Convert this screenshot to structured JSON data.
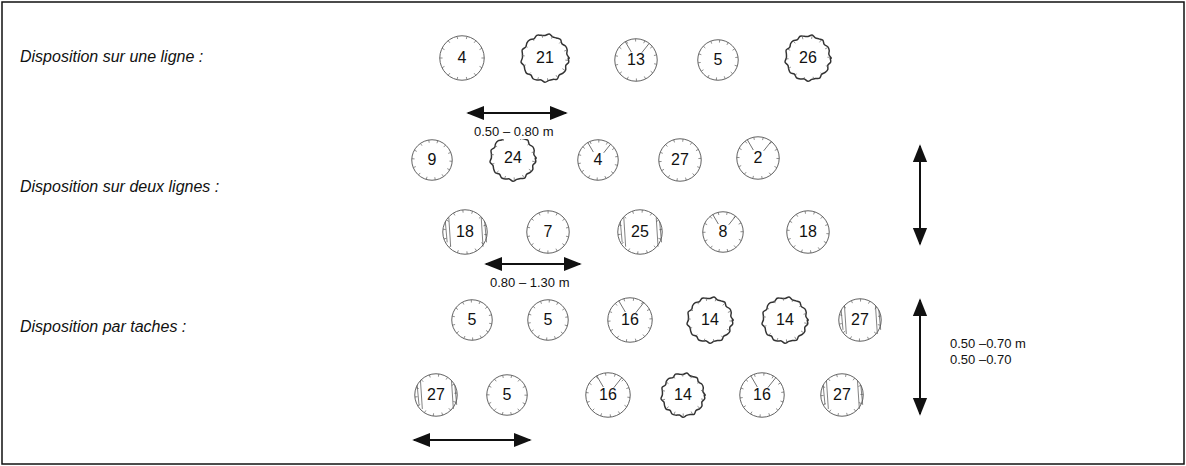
{
  "diagram": {
    "nodes": [
      {
        "text": [
          "4"
        ]
      },
      {
        "text": [
          "21"
        ]
      },
      {
        "text": [
          "13"
        ]
      },
      {
        "text": [
          "5"
        ]
      },
      {
        "text": [
          "26"
        ]
      },
      {
        "text": [
          "9"
        ]
      },
      {
        "text": [
          "24"
        ]
      },
      {
        "text": [
          "4"
        ]
      },
      {
        "text": [
          "27"
        ]
      },
      {
        "text": [
          "2"
        ]
      },
      {
        "text": [
          "18"
        ]
      },
      {
        "text": [
          "7"
        ]
      },
      {
        "text": [
          "25"
        ]
      },
      {
        "text": [
          "8"
        ]
      },
      {
        "text": [
          "18"
        ]
      },
      {
        "text": [
          "5"
        ]
      },
      {
        "text": [
          "5"
        ]
      },
      {
        "text": [
          "16"
        ]
      },
      {
        "text": [
          "14"
        ]
      },
      {
        "text": [
          "14"
        ]
      },
      {
        "text": [
          "27"
        ]
      },
      {
        "text": [
          "27"
        ]
      },
      {
        "text": [
          "5"
        ]
      },
      {
        "text": [
          "16"
        ]
      },
      {
        "text": [
          "14"
        ]
      },
      {
        "text": [
          "16"
        ]
      },
      {
        "text": [
          "27"
        ]
      }
    ],
    "labels": [
      "Disposition sur une ligne :",
      "0.50 – 0.80 m",
      "Disposition sur deux lignes :",
      "0.80 – 1.30 m",
      "Disposition par taches :",
      "0.50 –0.70 m",
      "0.50 –0.70"
    ]
  }
}
